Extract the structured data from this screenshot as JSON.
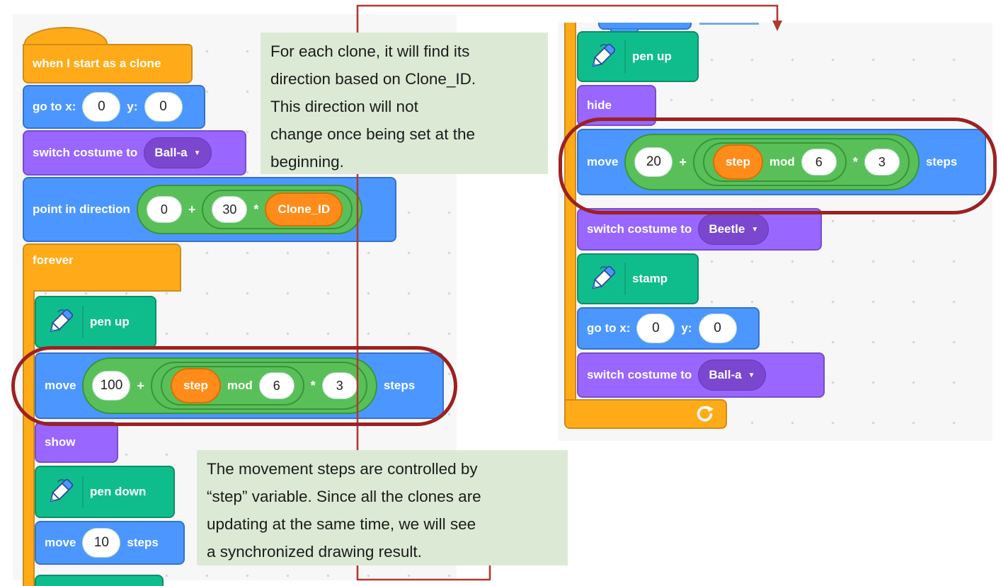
{
  "notes": {
    "top": {
      "lines": [
        "For each clone, it will find its",
        "direction based on Clone_ID.",
        "This direction will not",
        "change once being set at the",
        "beginning."
      ]
    },
    "bottom": {
      "lines": [
        "The movement steps are controlled by",
        "“step” variable. Since all the clones are",
        "updating at the same time, we will see",
        "a synchronized drawing result."
      ]
    }
  },
  "left": {
    "hat": {
      "label": "when I start as a clone"
    },
    "goto": {
      "label_x": "go to x:",
      "x": "0",
      "label_y": "y:",
      "y": "0"
    },
    "costume": {
      "label": "switch costume to",
      "value": "Ball-a"
    },
    "point": {
      "label": "point in direction",
      "a": "0",
      "plus": "+",
      "b": "30",
      "times": "*",
      "var": "Clone_ID"
    },
    "forever": {
      "label": "forever"
    },
    "penup": {
      "label": "pen up"
    },
    "move": {
      "l": "move",
      "a": "100",
      "plus": "+",
      "var": "step",
      "mod": "mod",
      "b": "6",
      "times": "*",
      "c": "3",
      "r": "steps"
    },
    "show": {
      "label": "show"
    },
    "pendown": {
      "label": "pen down"
    },
    "move10": {
      "l": "move",
      "v": "10",
      "r": "steps"
    }
  },
  "right": {
    "penup": {
      "label": "pen up"
    },
    "hide": {
      "label": "hide"
    },
    "move": {
      "l": "move",
      "a": "20",
      "plus": "+",
      "var": "step",
      "mod": "mod",
      "b": "6",
      "times": "*",
      "c": "3",
      "r": "steps"
    },
    "costume1": {
      "label": "switch costume to",
      "value": "Beetle"
    },
    "stamp": {
      "label": "stamp"
    },
    "goto": {
      "label_x": "go to x:",
      "x": "0",
      "label_y": "y:",
      "y": "0"
    },
    "costume2": {
      "label": "switch costume to",
      "value": "Ball-a"
    }
  },
  "colors": {
    "motion": "#4C97FF",
    "looks": "#9966FF",
    "control": "#FFAB19",
    "pen_block": "#0FBD8C",
    "operator": "#59C059",
    "variable": "#FF8C1A",
    "annotation_red": "#9C2121",
    "connector_red": "#B03A2E",
    "note_bg": "#DCEAD5"
  }
}
